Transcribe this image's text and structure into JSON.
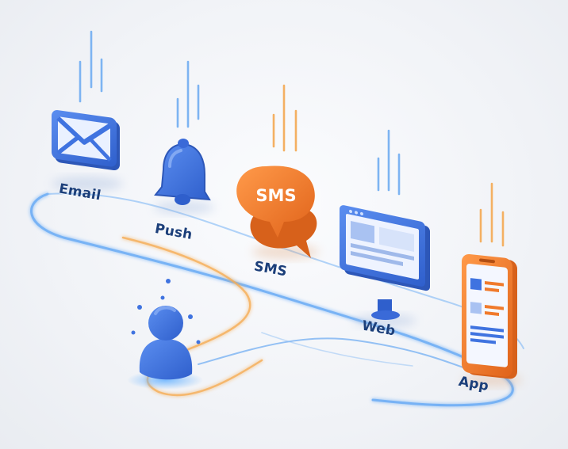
{
  "channels": [
    {
      "id": "email",
      "label": "Email"
    },
    {
      "id": "push",
      "label": "Push"
    },
    {
      "id": "sms",
      "label": "SMS",
      "bubble_text": "SMS"
    },
    {
      "id": "web",
      "label": "Web"
    },
    {
      "id": "app",
      "label": "App"
    }
  ],
  "colors": {
    "blue": "#3f73e0",
    "blue_dark": "#2d57b8",
    "orange": "#f07a2c",
    "orange_dark": "#d7611b",
    "path_blue": "#5aa0f0",
    "path_orange": "#f6a94a"
  }
}
